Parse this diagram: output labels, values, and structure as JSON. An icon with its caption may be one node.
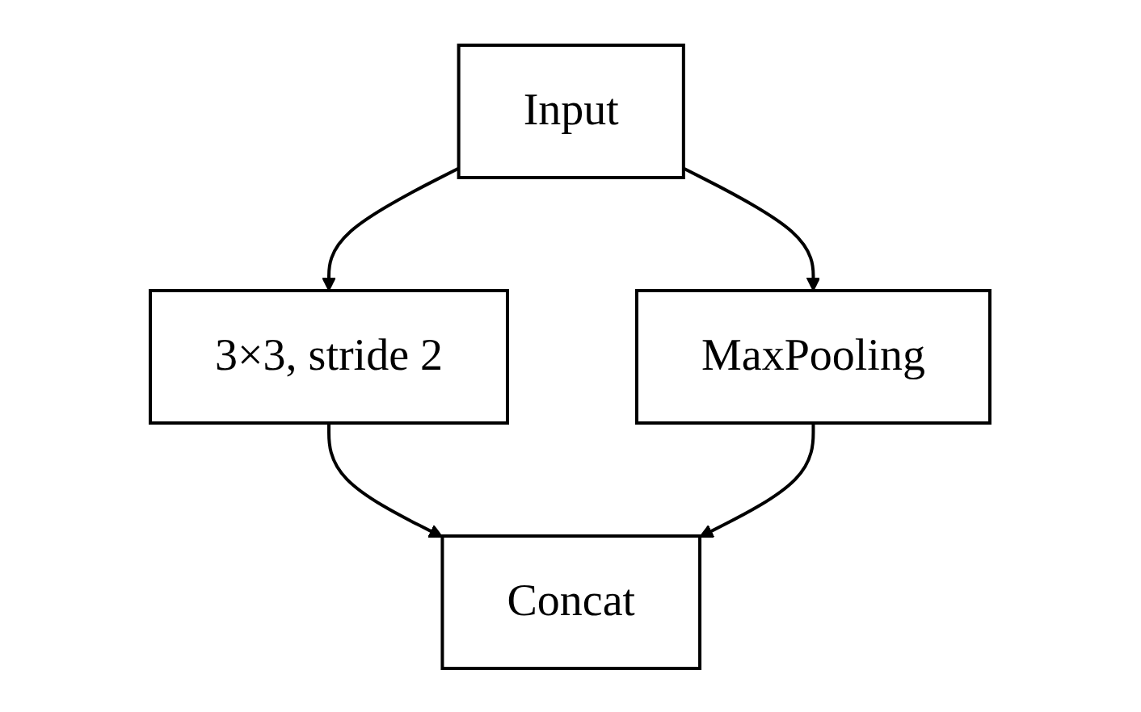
{
  "diagram": {
    "nodes": [
      {
        "text": [
          "Input"
        ]
      },
      {
        "text": [
          "3×3, stride 2"
        ]
      },
      {
        "text": [
          "MaxPooling"
        ]
      },
      {
        "text": [
          "Concat"
        ]
      }
    ],
    "edges": [
      {
        "from": 0,
        "to": 1,
        "arrow": "to"
      },
      {
        "from": 0,
        "to": 2,
        "arrow": "to"
      },
      {
        "from": 1,
        "to": 3,
        "arrow": "to"
      },
      {
        "from": 2,
        "to": 3,
        "arrow": "to"
      }
    ]
  }
}
